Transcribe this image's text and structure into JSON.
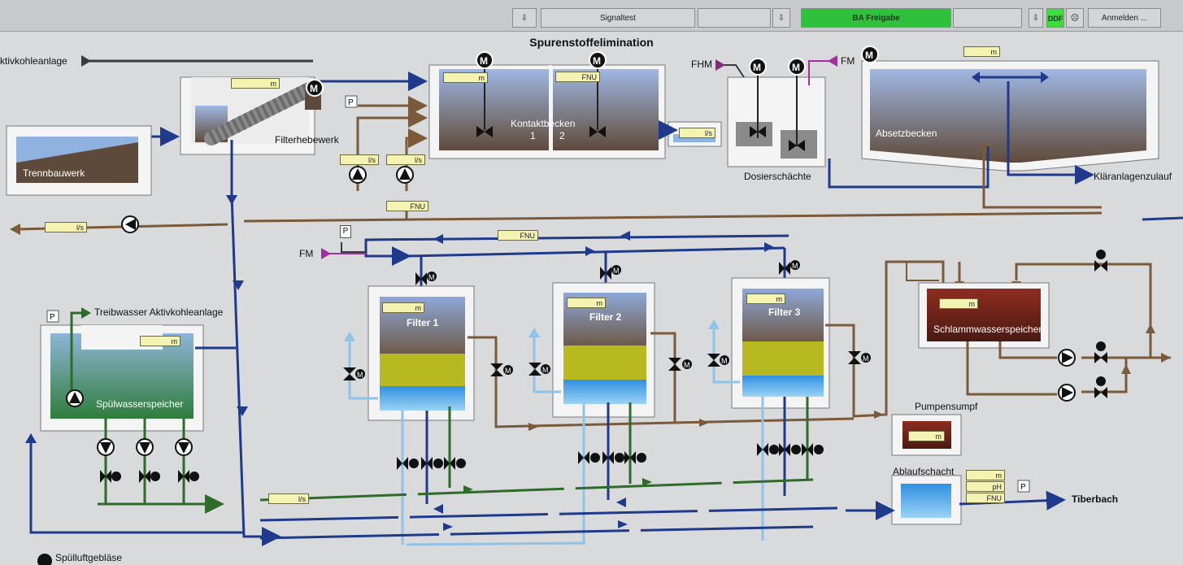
{
  "topbar": {
    "signal_test": "Signaltest",
    "ba_freigabe": "BA Freigabe",
    "ddf": "DDF",
    "anmelden": "Anmelden ..."
  },
  "title": "Spurenstoffelimination",
  "labels": {
    "aktivkohleanlage": "ktivkohleanlage",
    "trennbauwerk": "Trennbauwerk",
    "filterhebewerk": "Filterhebewerk",
    "kontaktbecken": "Kontaktbecken",
    "kontakt_1": "1",
    "kontakt_2": "2",
    "fhm": "FHM",
    "fm_top": "FM",
    "dosierschaechte": "Dosierschächte",
    "absetzbecken": "Absetzbecken",
    "klaeranlagenzulauf": "Kläranlagenzulauf",
    "fm_mid": "FM",
    "treibwasser": "Treibwasser Aktivkohleanlage",
    "spuelwasserspeicher": "Spülwasserspeicher",
    "filter1": "Filter 1",
    "filter2": "Filter 2",
    "filter3": "Filter 3",
    "schlammwasserspeicher": "Schlammwasserspeicher",
    "pumpensumpf": "Pumpensumpf",
    "ablaufschacht": "Ablaufschacht",
    "tiberbach": "Tiberbach",
    "spuelluftgeblaese": "Spülluftgebläse",
    "p": "P",
    "m": "M"
  },
  "fields": {
    "filterhebewerk_level": "m",
    "kontakt1_level": "m",
    "kontakt2_fnu": "FNU",
    "absetz_level": "m",
    "dosier_flow": "l/s",
    "pump1_flow": "l/s",
    "pump2_flow": "l/s",
    "fnu_mid": "FNU",
    "left_flow": "l/s",
    "fnu_line": "FNU",
    "spuel_level": "m",
    "filter1_level": "m",
    "filter2_level": "m",
    "filter3_level": "m",
    "schlamm_level": "m",
    "sumpf_level": "m",
    "bottom_flow": "l/s",
    "ablauf_m": "m",
    "ablauf_ph": "pH",
    "ablauf_fnu": "FNU"
  },
  "colors": {
    "brown_pipe": "#7a5a3a",
    "blue_pipe": "#1f3a8a",
    "green_pipe": "#2f6b2a",
    "light_blue_pipe": "#8fc3e8",
    "field_bg": "#f4f3b2",
    "status_green": "#2fc13b"
  }
}
